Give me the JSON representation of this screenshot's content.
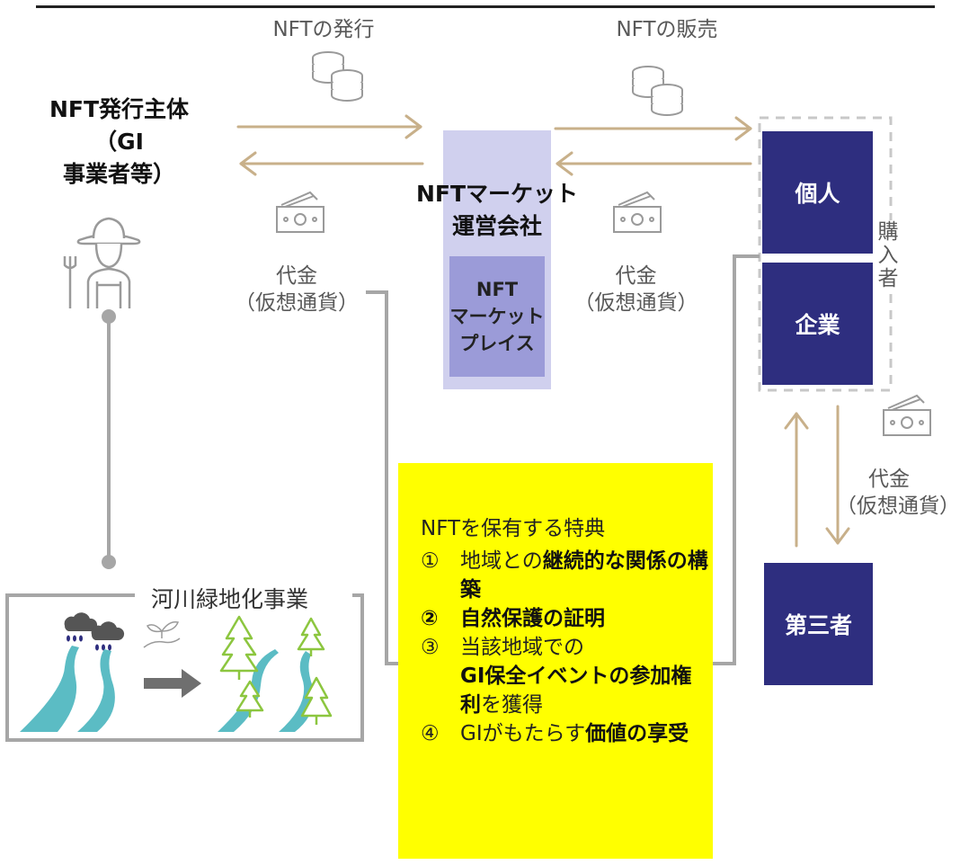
{
  "issue_label": "NFTの発行",
  "sale_label": "NFTの販売",
  "issuer": {
    "line1": "NFT発行主体",
    "line2": "（GI",
    "line3": "事業者等）"
  },
  "marketplace_company": {
    "line1": "NFTマーケット",
    "line2": "運営会社"
  },
  "marketplace": {
    "line1": "NFT",
    "line2": "マーケット",
    "line3": "プレイス"
  },
  "payment_left": {
    "line1": "代金",
    "line2": "（仮想通貨）"
  },
  "payment_mid": {
    "line1": "代金",
    "line2": "（仮想通貨）"
  },
  "payment_right": {
    "line1": "代金",
    "line2": "（仮想通貨）"
  },
  "buyers": {
    "individual": "個人",
    "company": "企業",
    "label": "購入者"
  },
  "third_party": "第三者",
  "river_project": "河川緑地化事業",
  "benefits": {
    "heading": "NFTを保有する特典",
    "item1": {
      "num": "①",
      "plain": "地域との",
      "bold": "継続的な関係の構築"
    },
    "item2": {
      "num": "②",
      "bold": "自然保護の証明"
    },
    "item3": {
      "num": "③",
      "plain": "当該地域での",
      "bold": "GI保全イベントの参加権利",
      "plain2": "を獲得"
    },
    "item4": {
      "num": "④",
      "plain": "GIがもたらす",
      "bold": "価値の享受"
    }
  },
  "colors": {
    "arrow": "#c8b08a",
    "navy": "#2e2e7f",
    "highlight": "#ffff00",
    "line_gray": "#a6a6a6",
    "river": "#5bbcc4",
    "tree": "#8cc63f"
  }
}
